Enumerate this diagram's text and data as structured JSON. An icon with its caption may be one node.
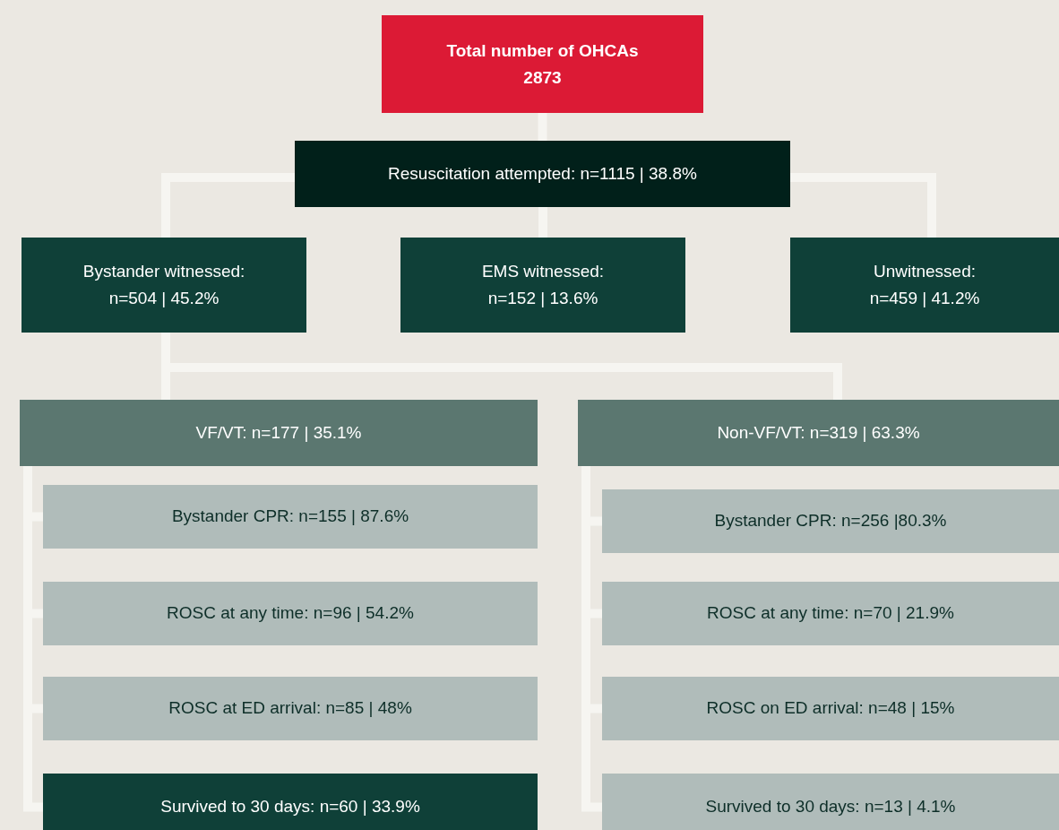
{
  "diagram": {
    "nodes": [
      {
        "text": [
          "Total number of OHCAs",
          "2873"
        ]
      },
      {
        "text": [
          "Resuscitation attempted: n=1115 | 38.8%"
        ]
      },
      {
        "text": [
          "Bystander witnessed: n=504 | 45.2%"
        ]
      },
      {
        "text": [
          "EMS witnessed: n=152 | 13.6%"
        ]
      },
      {
        "text": [
          "Unwitnessed: n=459 | 41.2%"
        ]
      },
      {
        "text": [
          "VF/VT: n=177 | 35.1%"
        ]
      },
      {
        "text": [
          "Bystander CPR: n=155 | 87.6%"
        ]
      },
      {
        "text": [
          "ROSC at any time: n=96 | 54.2%"
        ]
      },
      {
        "text": [
          "ROSC at ED arrival: n=85 | 48%"
        ]
      },
      {
        "text": [
          "Survived to 30 days: n=60 | 33.9%"
        ]
      },
      {
        "text": [
          "Non-VF/VT: n=319 | 63.3%"
        ]
      },
      {
        "text": [
          "Bystander CPR: n=256 |80.3%"
        ]
      },
      {
        "text": [
          "ROSC at any time: n=70 | 21.9%"
        ]
      },
      {
        "text": [
          "ROSC on ED arrival: n=48 | 15%"
        ]
      },
      {
        "text": [
          "Survived to 30 days: n=13 | 4.1%"
        ]
      }
    ],
    "edges": [
      {
        "from": 0,
        "to": 1,
        "arrow": "none"
      },
      {
        "from": 1,
        "to": 2,
        "arrow": "none"
      },
      {
        "from": 1,
        "to": 3,
        "arrow": "none"
      },
      {
        "from": 1,
        "to": 4,
        "arrow": "none"
      },
      {
        "from": 2,
        "to": 5,
        "arrow": "none"
      },
      {
        "from": 2,
        "to": 10,
        "arrow": "none"
      },
      {
        "from": 5,
        "to": 6,
        "arrow": "none"
      },
      {
        "from": 5,
        "to": 7,
        "arrow": "none"
      },
      {
        "from": 5,
        "to": 8,
        "arrow": "none"
      },
      {
        "from": 5,
        "to": 9,
        "arrow": "none"
      },
      {
        "from": 10,
        "to": 11,
        "arrow": "none"
      },
      {
        "from": 10,
        "to": 12,
        "arrow": "none"
      },
      {
        "from": 10,
        "to": 13,
        "arrow": "none"
      },
      {
        "from": 10,
        "to": 14,
        "arrow": "none"
      }
    ]
  }
}
